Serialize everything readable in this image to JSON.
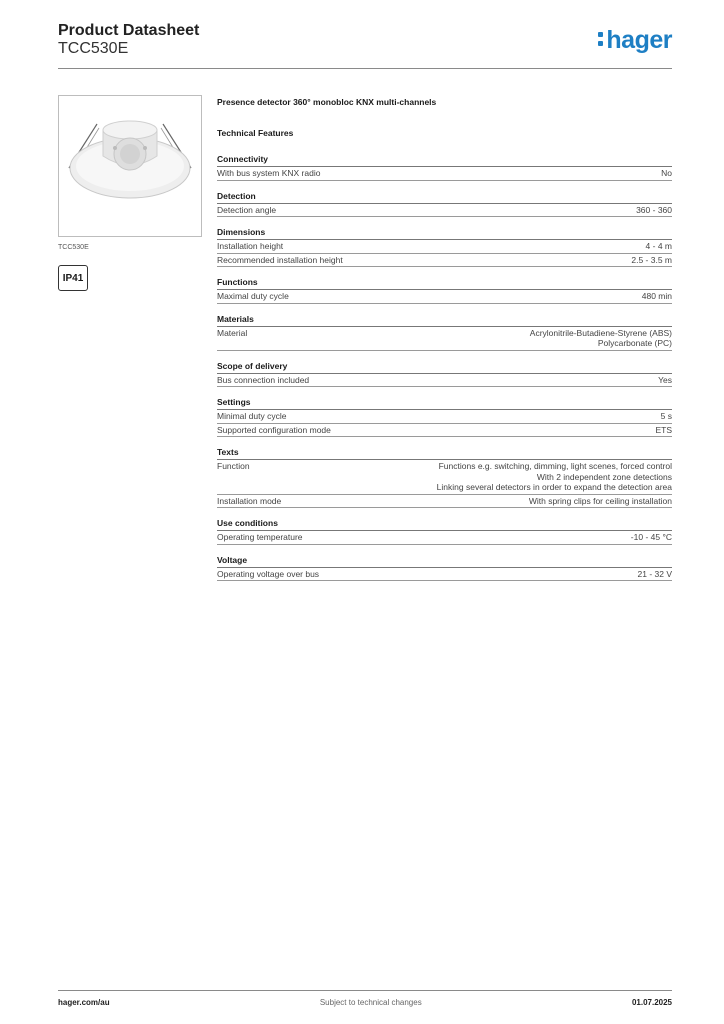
{
  "header": {
    "title": "Product Datasheet",
    "model": "TCC530E",
    "logo": "hager",
    "brand_color": "#1e7fc4"
  },
  "sidebar": {
    "image_caption": "TCC530E",
    "ip_rating": "IP41"
  },
  "main": {
    "product_description": "Presence detector 360° monobloc KNX multi-channels",
    "features_title": "Technical Features",
    "sections": [
      {
        "title": "Connectivity",
        "rows": [
          {
            "label": "With bus system KNX radio",
            "value": "No"
          }
        ]
      },
      {
        "title": "Detection",
        "rows": [
          {
            "label": "Detection angle",
            "value": "360 - 360"
          }
        ]
      },
      {
        "title": "Dimensions",
        "rows": [
          {
            "label": "Installation height",
            "value": "4 - 4 m"
          },
          {
            "label": "Recommended installation height",
            "value": "2.5 - 3.5 m"
          }
        ]
      },
      {
        "title": "Functions",
        "rows": [
          {
            "label": "Maximal duty cycle",
            "value": "480 min"
          }
        ]
      },
      {
        "title": "Materials",
        "rows": [
          {
            "label": "Material",
            "value": "Acrylonitrile-Butadiene-Styrene (ABS)\nPolycarbonate (PC)"
          }
        ]
      },
      {
        "title": "Scope of delivery",
        "rows": [
          {
            "label": "Bus connection included",
            "value": "Yes"
          }
        ]
      },
      {
        "title": "Settings",
        "rows": [
          {
            "label": "Minimal duty cycle",
            "value": "5 s"
          },
          {
            "label": "Supported configuration mode",
            "value": "ETS"
          }
        ]
      },
      {
        "title": "Texts",
        "rows": [
          {
            "label": "Function",
            "value": "Functions e.g. switching, dimming, light scenes, forced control\nWith 2 independent zone detections\nLinking several detectors in order to expand the detection area"
          },
          {
            "label": "Installation mode",
            "value": "With spring clips for ceiling installation"
          }
        ]
      },
      {
        "title": "Use conditions",
        "rows": [
          {
            "label": "Operating temperature",
            "value": "-10 - 45 °C"
          }
        ]
      },
      {
        "title": "Voltage",
        "rows": [
          {
            "label": "Operating voltage over bus",
            "value": "21 - 32 V"
          }
        ]
      }
    ]
  },
  "footer": {
    "site": "hager.com/au",
    "note": "Subject to technical changes",
    "date": "01.07.2025"
  }
}
